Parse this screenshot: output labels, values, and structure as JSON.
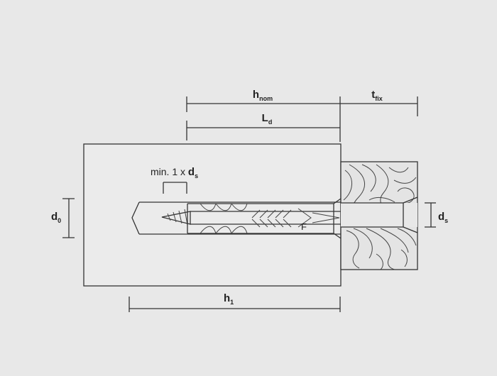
{
  "labels": {
    "h_nom": {
      "main": "h",
      "sub": "nom"
    },
    "t_fix": {
      "main": "t",
      "sub": "fix"
    },
    "L_d": {
      "main": "L",
      "sub": "d"
    },
    "min_depth": {
      "prefix": "min. 1 x ",
      "main": "d",
      "sub": "s"
    },
    "d_0": {
      "main": "d",
      "sub": "0"
    },
    "d_s": {
      "main": "d",
      "sub": "s"
    },
    "h_1": {
      "main": "h",
      "sub": "1"
    },
    "plug_mark": "F"
  },
  "colors": {
    "background": "#e8e8e8",
    "line": "#333333",
    "base_material": "#ebebeb",
    "wood": "#e6e6e6"
  }
}
